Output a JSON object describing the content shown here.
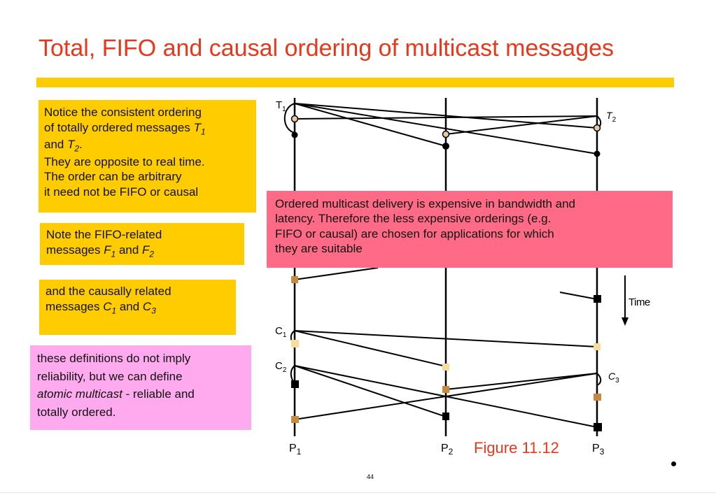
{
  "slide": {
    "title": "Total, FIFO and causal ordering of multicast messages",
    "page_number": "44"
  },
  "box_total": {
    "line1": "Notice the consistent ordering",
    "line2_prefix": "of totally ordered messages ",
    "t1": "T",
    "t1_sub": "1",
    "line3_prefix": "and ",
    "t2": "T",
    "t2_sub": "2",
    "line3_suffix": ".",
    "line4": "They are opposite to real time.",
    "line5": "The order can be arbitrary",
    "line6": "it need not be FIFO or causal"
  },
  "box_fifo": {
    "line1": "Note the FIFO-related",
    "line2_prefix": "messages ",
    "f1": "F",
    "f1_sub": "1",
    "and": " and ",
    "f2": "F",
    "f2_sub": "2"
  },
  "box_causal": {
    "line1": "and the causally related",
    "line2_prefix": "messages ",
    "c1": "C",
    "c1_sub": "1",
    "and": " and ",
    "c3": "C",
    "c3_sub": "3"
  },
  "box_atomic": {
    "line1": "these definitions do not imply",
    "line2": "reliability, but we can define",
    "line3_italic": "atomic multicast",
    "line3_rest": " - reliable and",
    "line4": "totally ordered."
  },
  "box_expensive": {
    "line1": "Ordered multicast delivery is expensive in bandwidth and",
    "line2": "latency. Therefore the less expensive orderings (e.g.",
    "line3": "FIFO or causal) are chosen for applications for which",
    "line4": "they are suitable"
  },
  "diagram": {
    "processes": [
      {
        "label": "P",
        "sub": "1"
      },
      {
        "label": "P",
        "sub": "2"
      },
      {
        "label": "P",
        "sub": "3"
      }
    ],
    "labels": {
      "t1": "T",
      "t1_sub": "1",
      "t2": "T",
      "t2_sub": "2",
      "c1": "C",
      "c1_sub": "1",
      "c2": "C",
      "c2_sub": "2",
      "c3": "C",
      "c3_sub": "3"
    },
    "time_label": "Time",
    "caption": "Figure 11.12"
  },
  "colors": {
    "title": "#e8381c",
    "accent_bar": "#ffcc00",
    "yellow_box": "#ffcc00",
    "pink_box": "#ffaaee",
    "red_box": "#ff6b86",
    "caption": "#e8381c",
    "total_marker": "#e8c8a0",
    "fifo_marker": "#c68a3c",
    "causal_marker": "#f8dc9c"
  }
}
